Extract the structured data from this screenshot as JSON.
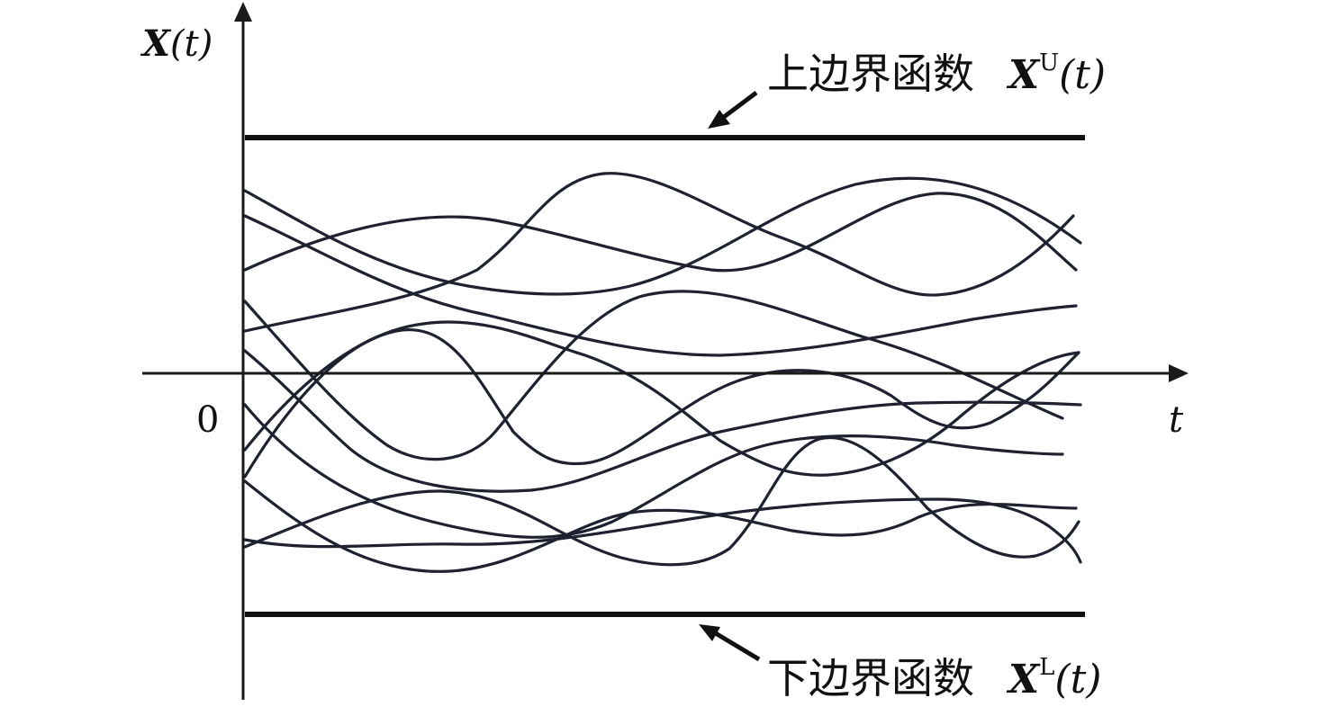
{
  "axes": {
    "y_label_var": "X",
    "y_label_arg": "(t)",
    "x_label": "t",
    "origin_label": "0"
  },
  "upper_bound": {
    "label_text": "上边界函数",
    "symbol": "X",
    "superscript": "U",
    "argument": "(t)"
  },
  "lower_bound": {
    "label_text": "下边界函数",
    "symbol": "X",
    "superscript": "L",
    "argument": "(t)"
  },
  "colors": {
    "curve": "#1e2230",
    "bound": "#111111",
    "axis": "#1a1a1a"
  }
}
